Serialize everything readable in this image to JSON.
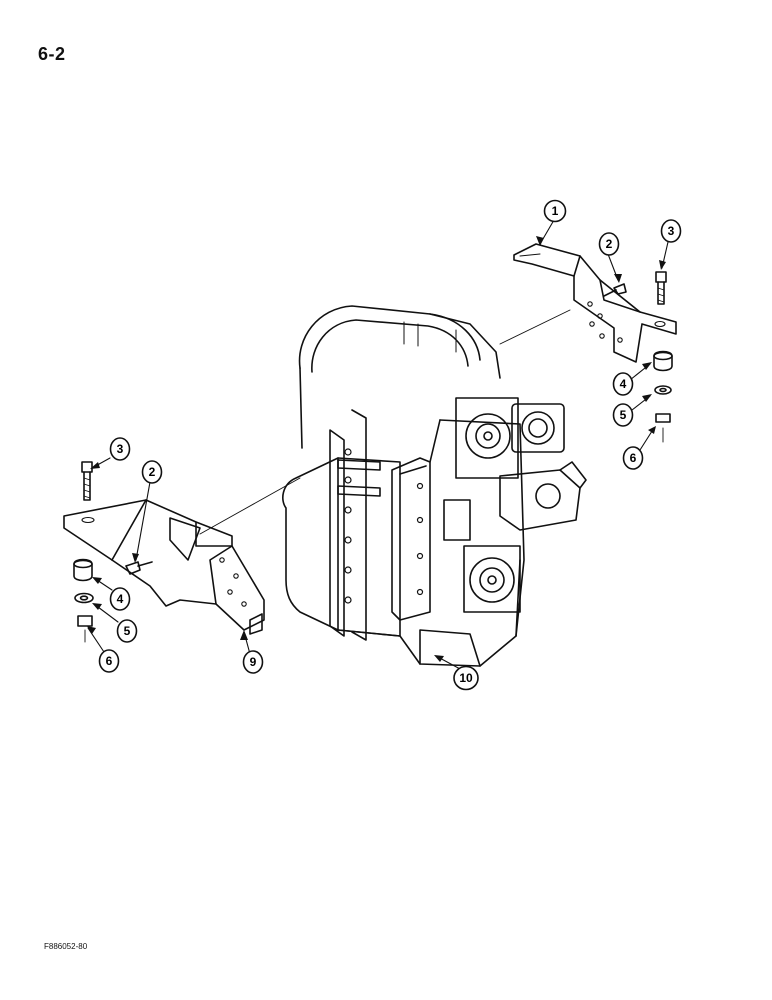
{
  "page_number": "6-2",
  "figure_code": "F886052-80",
  "callouts": [
    "1",
    "2",
    "3",
    "4",
    "5",
    "6",
    "9",
    "10"
  ]
}
